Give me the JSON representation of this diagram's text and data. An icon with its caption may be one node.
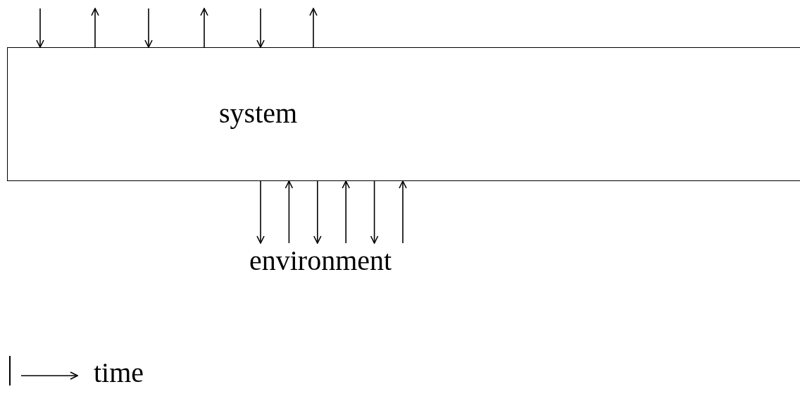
{
  "diagram": {
    "nodes": [
      {
        "text": [
          "system"
        ]
      },
      {
        "text": [
          "environment"
        ]
      }
    ],
    "edges": [
      {
        "from": null,
        "to": 0,
        "arrow": "to"
      },
      {
        "from": 0,
        "to": null,
        "arrow": "to"
      },
      {
        "from": null,
        "to": 0,
        "arrow": "to"
      },
      {
        "from": 0,
        "to": null,
        "arrow": "to"
      },
      {
        "from": null,
        "to": 0,
        "arrow": "to"
      },
      {
        "from": 0,
        "to": null,
        "arrow": "to"
      },
      {
        "from": 0,
        "to": 1,
        "arrow": "to"
      },
      {
        "from": 1,
        "to": 0,
        "arrow": "to"
      },
      {
        "from": 0,
        "to": 1,
        "arrow": "to"
      },
      {
        "from": 1,
        "to": 0,
        "arrow": "to"
      },
      {
        "from": 0,
        "to": 1,
        "arrow": "to"
      },
      {
        "from": 1,
        "to": 0,
        "arrow": "to"
      }
    ],
    "labels": [
      "time"
    ]
  }
}
